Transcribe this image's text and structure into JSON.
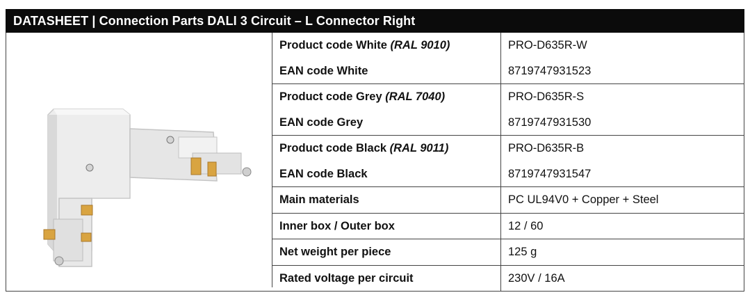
{
  "header": {
    "title": "DATASHEET | Connection Parts DALI 3 Circuit – L Connector Right"
  },
  "product_image": {
    "name": "l-connector-right-photo"
  },
  "specs": [
    {
      "rows": [
        {
          "label": "Product code White ",
          "label_note": "(RAL 9010)",
          "value": "PRO-D635R-W"
        },
        {
          "label": "EAN code White",
          "label_note": "",
          "value": "8719747931523"
        }
      ]
    },
    {
      "rows": [
        {
          "label": "Product code Grey ",
          "label_note": "(RAL 7040)",
          "value": "PRO-D635R-S"
        },
        {
          "label": "EAN code Grey",
          "label_note": "",
          "value": "8719747931530"
        }
      ]
    },
    {
      "rows": [
        {
          "label": "Product code Black ",
          "label_note": "(RAL 9011)",
          "value": "PRO-D635R-B"
        },
        {
          "label": "EAN code Black",
          "label_note": "",
          "value": "8719747931547"
        }
      ]
    },
    {
      "rows": [
        {
          "label": "Main materials",
          "label_note": "",
          "value": "PC UL94V0 + Copper + Steel"
        }
      ]
    },
    {
      "rows": [
        {
          "label": "Inner box / Outer box",
          "label_note": "",
          "value": "12 / 60"
        }
      ]
    },
    {
      "rows": [
        {
          "label": "Net weight per piece",
          "label_note": "",
          "value": "125 g"
        }
      ]
    },
    {
      "rows": [
        {
          "label": "Rated voltage per circuit",
          "label_note": "",
          "value": "230V / 16A"
        }
      ]
    }
  ]
}
